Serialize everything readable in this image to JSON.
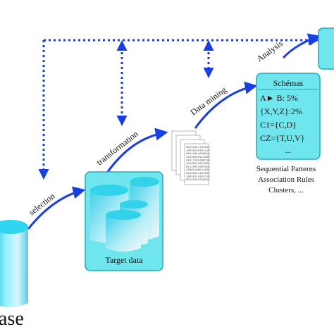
{
  "stages": {
    "selection": "selection",
    "transformation": "transformation",
    "data_mining": "Data mining",
    "analysis": "Analysis"
  },
  "database": {
    "label": "ase"
  },
  "target_data": {
    "label": "Target data"
  },
  "schemas": {
    "title": "Schémas",
    "lines": [
      "A► B: 5%",
      "{X,Y,Z}:2%",
      "C1={C,D}",
      "CZ={T,U,V}",
      "..."
    ]
  },
  "patterns": {
    "lines": [
      "Sequential Patterns",
      "Association Rules",
      "Clusters, ..."
    ]
  },
  "colors": {
    "arrow": "#1a3fe0",
    "box_fill": "#6fe6ee",
    "box_border": "#2aa7b8",
    "cylinder": "#39d6ee"
  }
}
